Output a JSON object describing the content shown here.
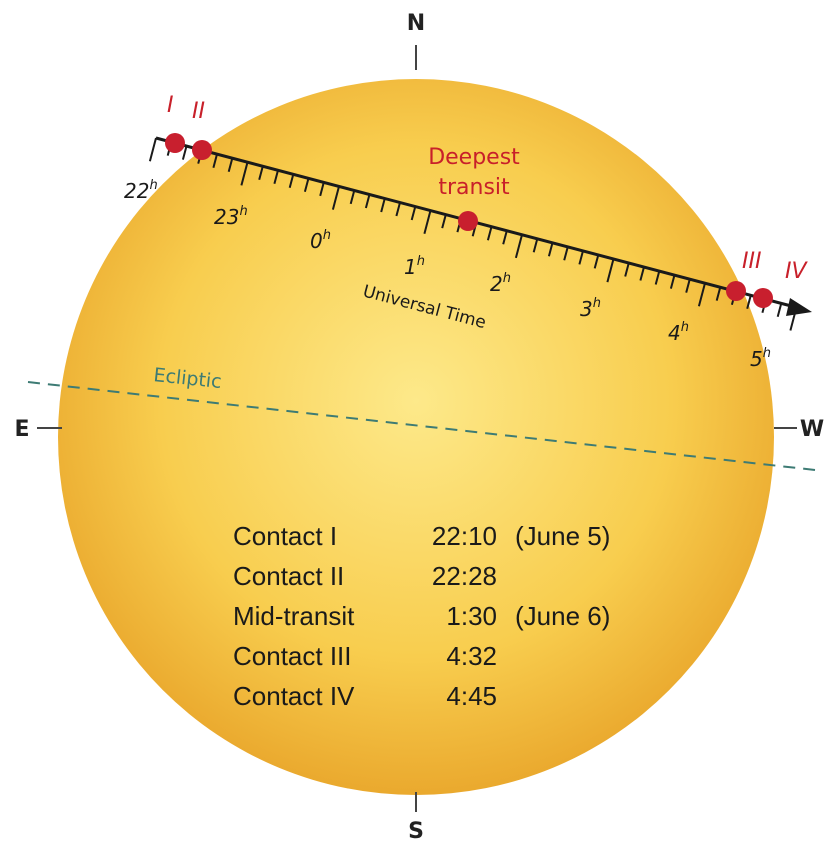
{
  "compass": {
    "north": "N",
    "south": "S",
    "east": "E",
    "west": "W"
  },
  "contacts": [
    "I",
    "II",
    "III",
    "IV"
  ],
  "deepest_label_line1": "Deepest",
  "deepest_label_line2": "transit",
  "time_axis_label": "Universal Time",
  "ecliptic_label": "Ecliptic",
  "hour_labels": [
    {
      "num": "22",
      "sup": "h"
    },
    {
      "num": "23",
      "sup": "h"
    },
    {
      "num": "0",
      "sup": "h"
    },
    {
      "num": "1",
      "sup": "h"
    },
    {
      "num": "2",
      "sup": "h"
    },
    {
      "num": "3",
      "sup": "h"
    },
    {
      "num": "4",
      "sup": "h"
    },
    {
      "num": "5",
      "sup": "h"
    }
  ],
  "table": [
    {
      "event": "Contact I",
      "time": "22:10",
      "date": "(June 5)"
    },
    {
      "event": "Contact II",
      "time": "22:28",
      "date": ""
    },
    {
      "event": "Mid-transit",
      "time": "1:30",
      "date": "(June 6)"
    },
    {
      "event": "Contact III",
      "time": "4:32",
      "date": ""
    },
    {
      "event": "Contact IV",
      "time": "4:45",
      "date": ""
    }
  ],
  "colors": {
    "sun_center": "#fde98a",
    "sun_mid": "#f8cd4e",
    "sun_edge": "#eaa92e",
    "venus": "#c81f2e",
    "contact_text": "#c8202a",
    "ecliptic": "#3d7b74",
    "path": "#1a1a1a"
  }
}
